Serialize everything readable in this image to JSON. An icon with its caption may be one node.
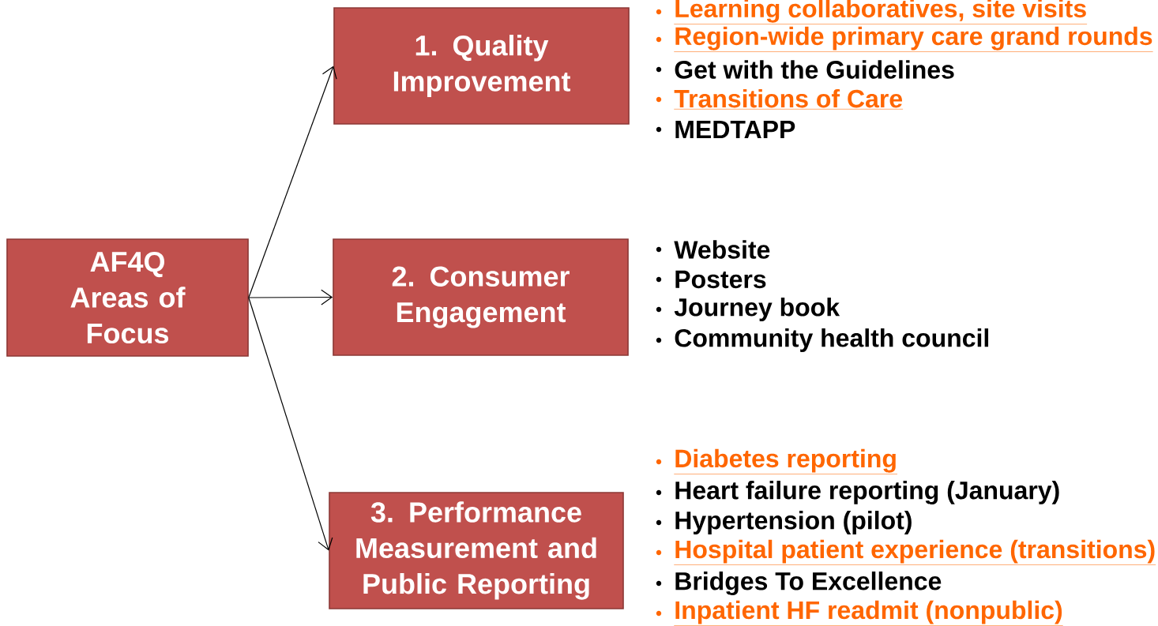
{
  "diagram": {
    "nodes": [
      {
        "text": [
          "AF4Q Areas of Focus"
        ]
      },
      {
        "text": [
          "1.  Quality Improvement"
        ],
        "beside": [
          "Learning collaboratives, site visits",
          "Region-wide primary care grand rounds",
          "Get with the Guidelines",
          "Transitions of Care",
          "MEDTAPP"
        ]
      },
      {
        "text": [
          "2. Consumer Engagement"
        ],
        "beside": [
          "Website",
          "Posters",
          "Journey book",
          "Community health council"
        ]
      },
      {
        "text": [
          "3. Performance Measurement and Public Reporting"
        ],
        "beside": [
          "Diabetes reporting",
          "Heart failure reporting (January)",
          "Hypertension (pilot)",
          "Hospital patient experience (transitions)",
          "Bridges To Excellence",
          "Inpatient HF readmit (nonpublic)"
        ]
      }
    ],
    "edges": [
      {
        "from": 0,
        "to": 1,
        "arrow": "to"
      },
      {
        "from": 0,
        "to": 2,
        "arrow": "to"
      },
      {
        "from": 0,
        "to": 3,
        "arrow": "to"
      }
    ]
  }
}
